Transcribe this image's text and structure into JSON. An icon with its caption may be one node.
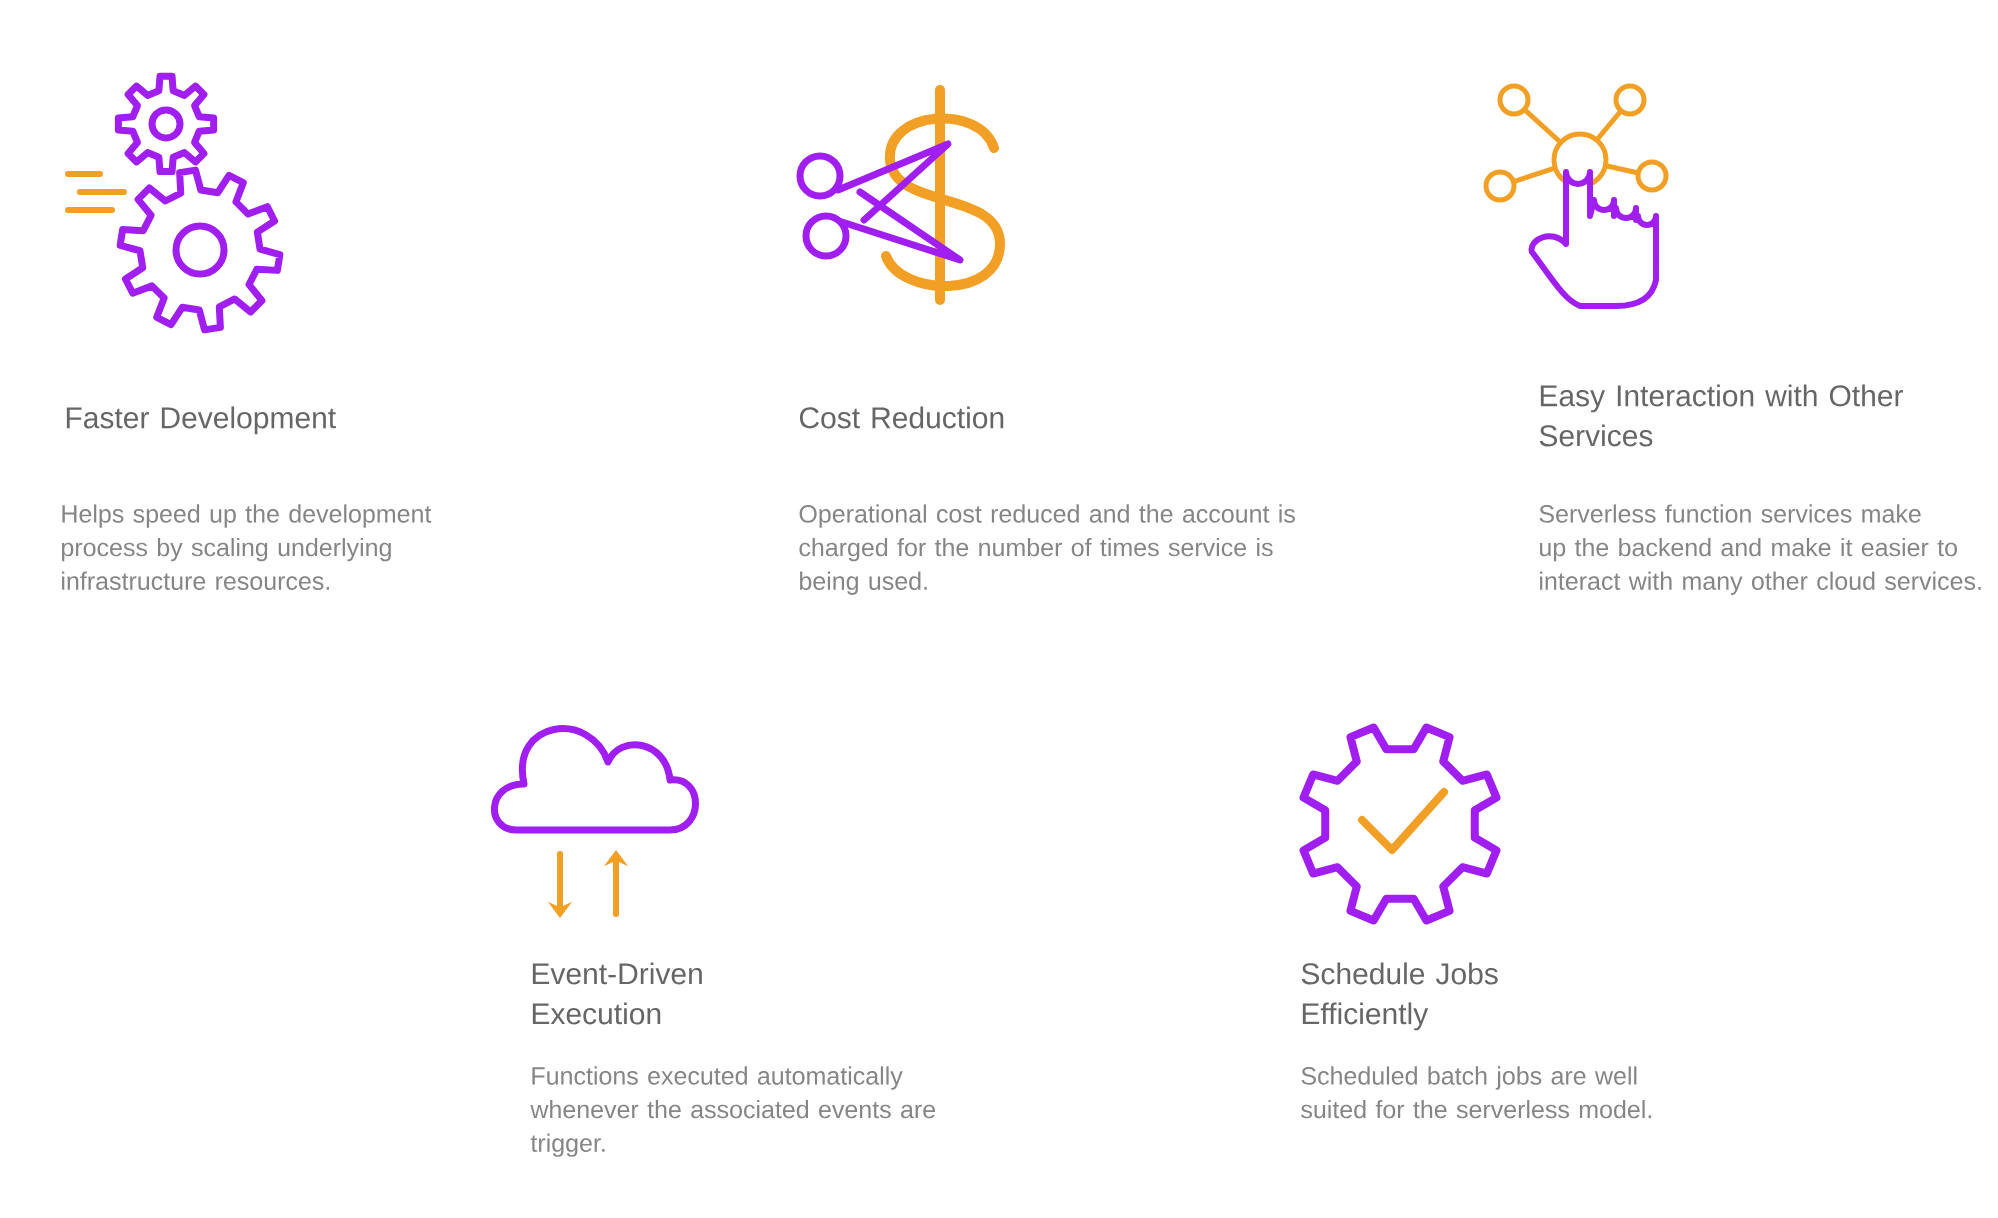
{
  "diagram": {
    "labels": [
      "Faster Development",
      "Helps speed up the development process by scaling underlying infrastructure resources.",
      "Cost Reduction",
      "Operational cost reduced and the account is charged for the number of times service is being used.",
      "Easy Interaction with Other Services",
      "Serverless function services make up the backend and make it easier to interact with many other cloud services.",
      "Event-Driven Execution",
      "Functions executed automatically whenever the associated events are trigger.",
      "Schedule Jobs Efficiently",
      "Scheduled batch jobs are well suited for the serverless model."
    ]
  }
}
